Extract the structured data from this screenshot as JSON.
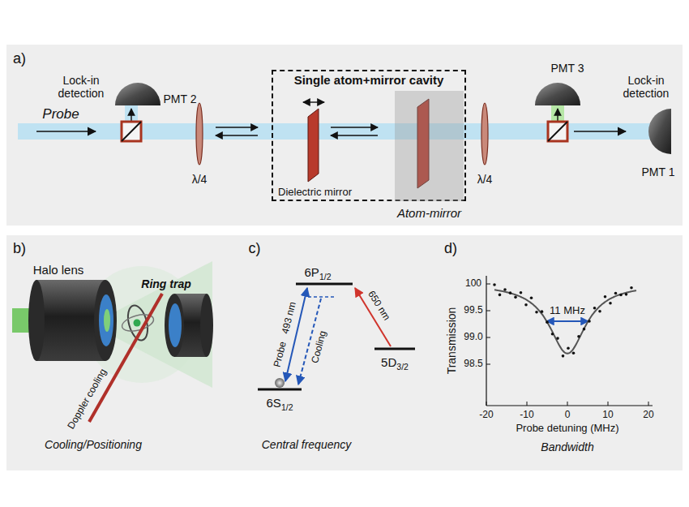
{
  "diagram": {
    "nodes": [
      {
        "text": [
          "Single atom+mirror cavity",
          "Dielectric mirror"
        ]
      },
      {
        "text": [
          "Atom-mirror"
        ],
        "in": 0
      }
    ],
    "labels": [
      "a)",
      "Probe",
      "Lock-in detection",
      "PMT 2",
      "λ/4",
      "λ/4",
      "PMT 3",
      "Lock-in detection",
      "PMT 1",
      "b)",
      "Halo lens",
      "Ring trap",
      "Doppler cooling",
      "Cooling/Positioning",
      "c)",
      "6P1/2",
      "493 nm",
      "Probe",
      "Cooling",
      "650 nm",
      "5D3/2",
      "6S1/2",
      "Central frequency",
      "d)",
      "11 MHz",
      "100",
      "99.5",
      "99.0",
      "98.5",
      "Transmission",
      "-20",
      "-10",
      "0",
      "10",
      "20",
      "Probe detuning (MHz)",
      "Bandwidth"
    ]
  }
}
